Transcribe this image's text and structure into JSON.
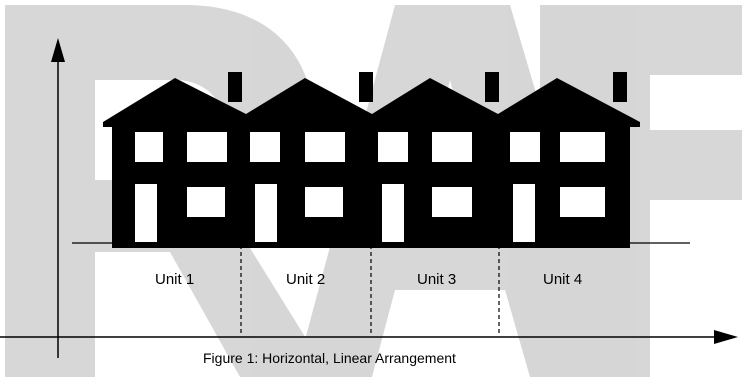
{
  "units": [
    {
      "label": "Unit 1"
    },
    {
      "label": "Unit 2"
    },
    {
      "label": "Unit 3"
    },
    {
      "label": "Unit 4"
    }
  ],
  "caption": "Figure 1: Horizontal, Linear Arrangement",
  "colors": {
    "watermark": "#d0d0d0",
    "ink": "#000000",
    "background": "#ffffff"
  }
}
